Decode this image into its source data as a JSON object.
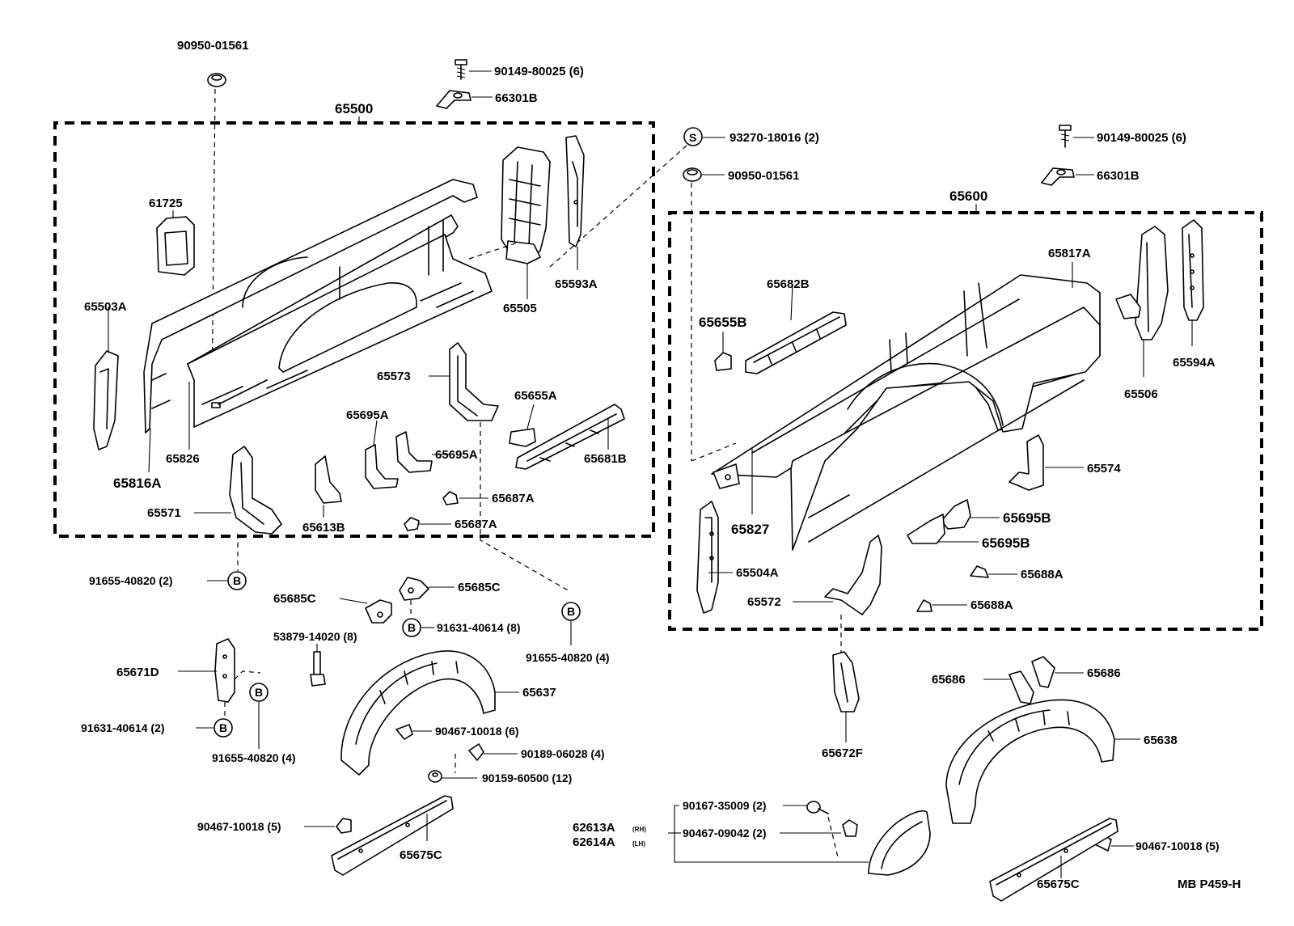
{
  "diagram": {
    "code": "MB P459-H",
    "left_assembly": {
      "number": "65500",
      "components": [
        "61725",
        "65503A",
        "65816A",
        "65826",
        "65505",
        "65593A",
        "65573",
        "65655A",
        "65695A",
        "65695A",
        "65681B",
        "65687A",
        "65687A",
        "65571",
        "65613B"
      ]
    },
    "right_assembly": {
      "number": "65600",
      "components": [
        "65682B",
        "65655B",
        "65817A",
        "65506",
        "65594A",
        "65574",
        "65695B",
        "65695B",
        "65827",
        "65504A",
        "65688A",
        "65688A",
        "65572"
      ]
    },
    "labels": {
      "p90950_top": "90950-01561",
      "p90149_left": "90149-80025 (6)",
      "p66301b_left": "66301B",
      "p65500": "65500",
      "p93270": "93270-18016 (2)",
      "s_mark": "S",
      "p90149_right": "90149-80025 (6)",
      "p90950_right": "90950-01561",
      "p66301b_right": "66301B",
      "p65600": "65600",
      "p61725": "61725",
      "p65503a": "65503A",
      "p65505": "65505",
      "p65593a": "65593A",
      "p65826": "65826",
      "p65816a": "65816A",
      "p65573": "65573",
      "p65655a": "65655A",
      "p65695a_1": "65695A",
      "p65695a_2": "65695A",
      "p65681b": "65681B",
      "p65687a_1": "65687A",
      "p65687a_2": "65687A",
      "p65571": "65571",
      "p65613b": "65613B",
      "p65682b": "65682B",
      "p65655b": "65655B",
      "p65817a": "65817A",
      "p65506": "65506",
      "p65594a": "65594A",
      "p65574": "65574",
      "p65827": "65827",
      "p65695b_1": "65695B",
      "p65695b_2": "65695B",
      "p65504a": "65504A",
      "p65688a_1": "65688A",
      "p65688a_2": "65688A",
      "p65572": "65572",
      "p91655_a": "91655-40820 (2)",
      "b_mark": "B",
      "p65685c_1": "65685C",
      "p65685c_2": "65685C",
      "p91631_a": "91631-40614 (8)",
      "p91655_b": "91655-40820 (4)",
      "p53879": "53879-14020 (8)",
      "p65671d": "65671D",
      "p65637": "65637",
      "p91631_b": "91631-40614 (2)",
      "p91655_c": "91655-40820 (4)",
      "p90467_a": "90467-10018 (6)",
      "p90189": "90189-06028 (4)",
      "p90159": "90159-60500 (12)",
      "p90467_b": "90467-10018 (5)",
      "p65675c_1": "65675C",
      "p65672f": "65672F",
      "p65686_1": "65686",
      "p65686_2": "65686",
      "p65638": "65638",
      "p90167": "90167-35009 (2)",
      "p62613a": "62613A",
      "p62613a_sub": "(RH)",
      "p62614a": "62614A",
      "p62614a_sub": "(LH)",
      "p90467_c": "90467-09042 (2)",
      "p90467_d": "90467-10018 (5)",
      "p65675c_2": "65675C",
      "code": "MB P459-H"
    }
  }
}
